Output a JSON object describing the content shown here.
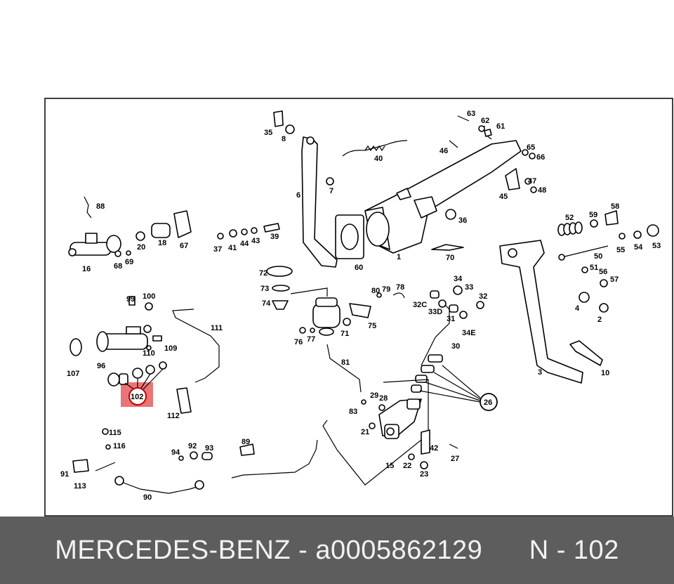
{
  "callouts": {
    "n1": "1",
    "n2": "2",
    "n3": "3",
    "n4": "4",
    "n6": "6",
    "n7": "7",
    "n8": "8",
    "n10": "10",
    "n15": "15",
    "n16": "16",
    "n18": "18",
    "n20": "20",
    "n21": "21",
    "n22": "22",
    "n23": "23",
    "n26": "26",
    "n27": "27",
    "n28": "28",
    "n29": "29",
    "n30": "30",
    "n31": "31",
    "n32": "32",
    "n32c": "32C",
    "n33": "33",
    "n33d": "33D",
    "n34": "34",
    "n34e": "34E",
    "n35": "35",
    "n36": "36",
    "n37": "37",
    "n39": "39",
    "n40": "40",
    "n41": "41",
    "n42": "42",
    "n43": "43",
    "n44": "44",
    "n45": "45",
    "n46": "46",
    "n47": "47",
    "n48": "48",
    "n50": "50",
    "n51": "51",
    "n52": "52",
    "n53": "53",
    "n54": "54",
    "n55": "55",
    "n56": "56",
    "n57": "57",
    "n58": "58",
    "n59": "59",
    "n60": "60",
    "n61": "61",
    "n62": "62",
    "n63": "63",
    "n65": "65",
    "n66": "66",
    "n67": "67",
    "n68": "68",
    "n69": "69",
    "n70": "70",
    "n71": "71",
    "n72": "72",
    "n73": "73",
    "n74": "74",
    "n75": "75",
    "n76": "76",
    "n77": "77",
    "n78": "78",
    "n79": "79",
    "n80": "80",
    "n81": "81",
    "n83": "83",
    "n88": "88",
    "n89": "89",
    "n90": "90",
    "n91": "91",
    "n92": "92",
    "n93": "93",
    "n94": "94",
    "n96": "96",
    "n99": "99",
    "n100": "100",
    "n102": "102",
    "n107": "107",
    "n109": "109",
    "n110": "110",
    "n111": "111",
    "n112": "112",
    "n113": "113",
    "n115": "115",
    "n116": "116"
  },
  "colors": {
    "highlight": "#e66a6a",
    "highlight_ring": "#cc0000",
    "footer_bg": "#5d5d5d",
    "footer_text": "#f2f2f2"
  },
  "footer": {
    "brand": "MERCEDES-BENZ",
    "separator": " - ",
    "part_number": "a0005862129",
    "position_label": "N - 102"
  }
}
